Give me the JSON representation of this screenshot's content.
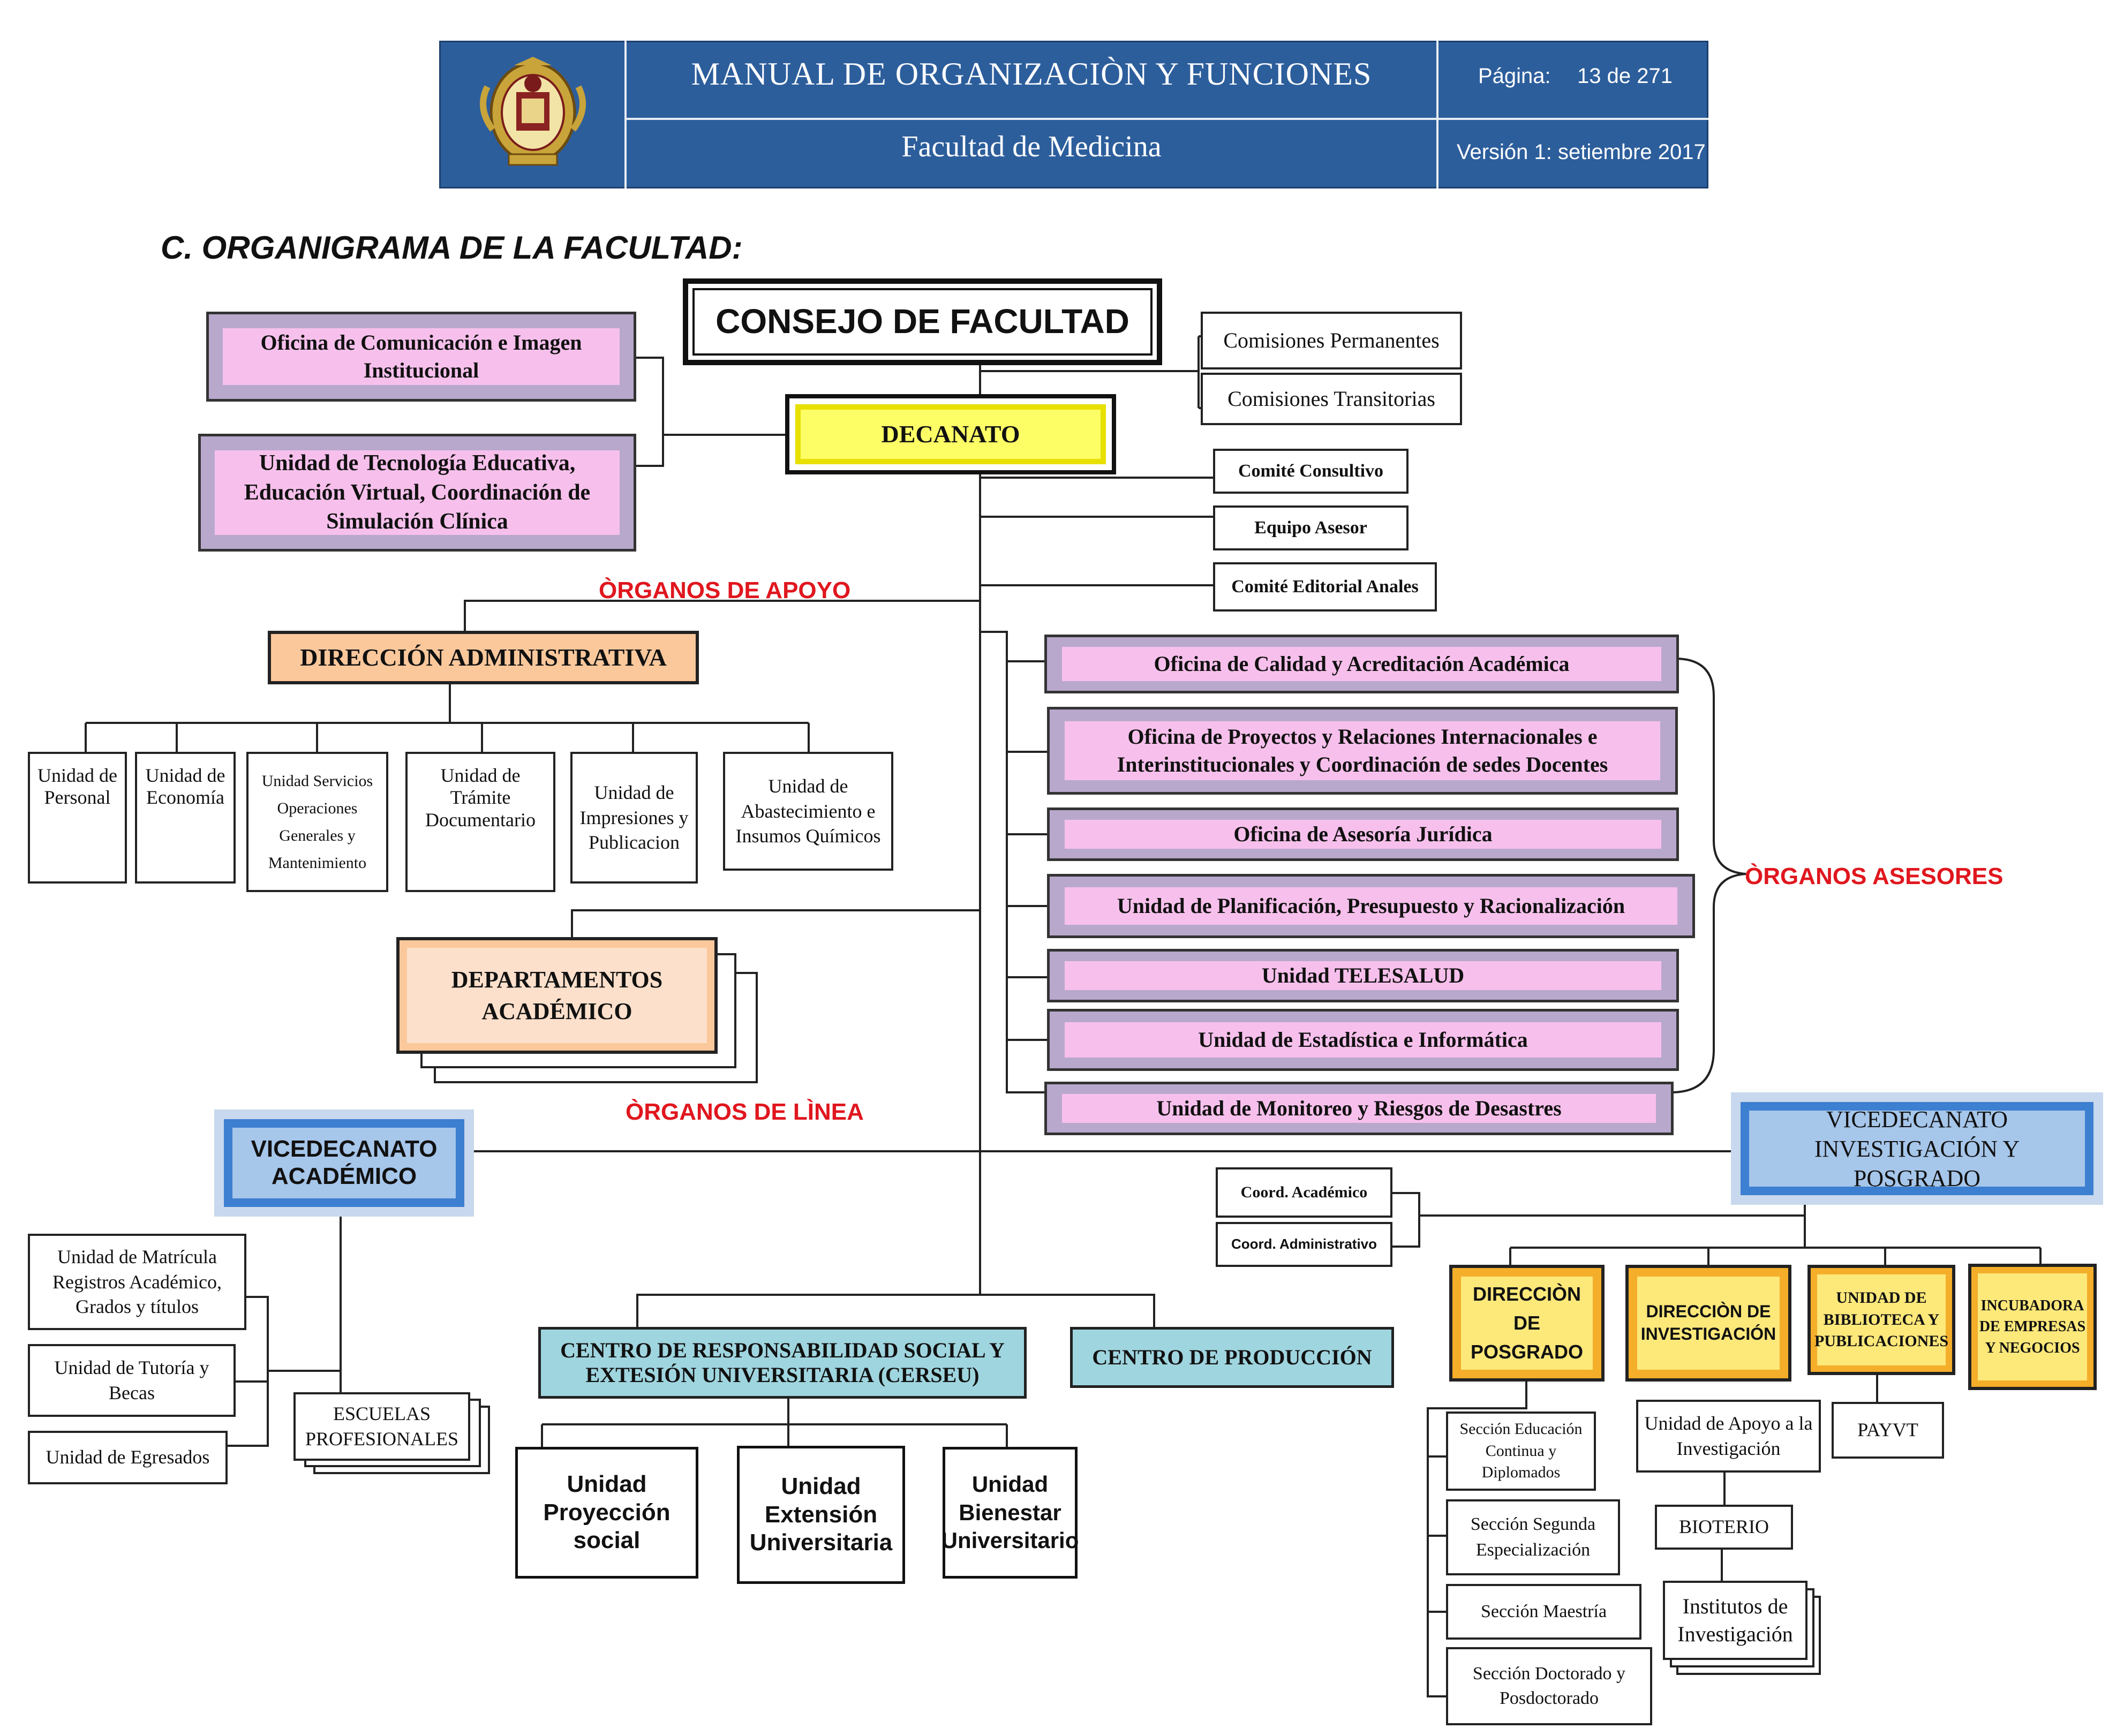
{
  "header": {
    "title": "MANUAL  DE  ORGANIZACIÒN Y FUNCIONES",
    "subtitle": "Facultad de Medicina",
    "page_label": "Página:",
    "page_value": "13 de 271",
    "version": "Versión 1: setiembre 2017",
    "colors": {
      "band": "#2d5e9c",
      "border": "#e6ecf4"
    },
    "logo_icon": "university-seal-icon"
  },
  "section_title": "C. ORGANIGRAMA DE LA FACULTAD:",
  "top": {
    "consejo": "CONSEJO DE FACULTAD",
    "decanato": "DECANATO",
    "comisiones_permanentes": "Comisiones Permanentes",
    "comisiones_transitorias": "Comisiones Transitorias",
    "comite_consultivo": "Comité Consultivo",
    "equipo_asesor": "Equipo Asesor",
    "comite_editorial": "Comité Editorial Anales",
    "oficina_comunicacion": "Oficina de Comunicación e Imagen Institucional",
    "unidad_tecnologia": "Unidad de Tecnología Educativa, Educación Virtual, Coordinación de Simulación Clínica"
  },
  "labels": {
    "apoyo": "ÒRGANOS DE  APOYO",
    "asesores": "ÒRGANOS ASESORES",
    "linea": "ÒRGANOS DE LÌNEA"
  },
  "administracion": {
    "title": "DIRECCIÓN ADMINISTRATIVA",
    "units": [
      "Unidad de Personal",
      "Unidad de Economía",
      "Unidad Servicios Operaciones Generales y Mantenimiento",
      "Unidad de Trámite Documentario",
      "Unidad de Impresiones y Publicacion",
      "Unidad de Abastecimiento e Insumos Químicos"
    ]
  },
  "departamentos": "DEPARTAMENTOS ACADÉMICO",
  "asesores": [
    "Oficina de Calidad y Acreditación Académica",
    "Oficina de Proyectos y Relaciones Internacionales e Interinstitucionales y Coordinación de sedes Docentes",
    "Oficina de Asesoría Jurídica",
    "Unidad de Planificación, Presupuesto y Racionalización",
    "Unidad TELESALUD",
    "Unidad de Estadística e Informática",
    "Unidad de Monitoreo y Riesgos de Desastres"
  ],
  "vicedecanato_academico": {
    "title": "VICEDECANATO ACADÉMICO",
    "units": [
      "Unidad de   Matrícula Registros Académico, Grados y títulos",
      "Unidad de Tutoría y Becas",
      "Unidad de Egresados"
    ],
    "escuelas": "ESCUELAS PROFESIONALES"
  },
  "cerseu": {
    "title": "CENTRO DE RESPONSABILIDAD SOCIAL Y EXTESIÓN UNIVERSITARIA (CERSEU)",
    "units": [
      "Unidad Proyección social",
      "Unidad Extensión Universitaria",
      "Unidad Bienestar Universitario"
    ]
  },
  "produccion": "CENTRO DE PRODUCCIÓN",
  "vicedecanato_investigacion": {
    "title": "VICEDECANATO INVESTIGACIÓN Y POSGRADO",
    "coord_academico": "Coord. Académico",
    "coord_administrativo": "Coord. Administrativo",
    "direccion_posgrado": "DIRECCIÒN DE POSGRADO",
    "direccion_investigacion": "DIRECCIÒN DE INVESTIGACIÓN",
    "biblioteca": "UNIDAD DE BIBLIOTECA Y PUBLICACIONES",
    "incubadora": "INCUBADORA DE EMPRESAS Y NEGOCIOS",
    "secciones": [
      "Sección Educación Continua y Diplomados",
      "Sección Segunda Especialización",
      "Sección Maestría",
      "Sección Doctorado y Posdoctorado"
    ],
    "apoyo_investigacion": "Unidad de Apoyo a la Investigación",
    "bioterio": "BIOTERIO",
    "institutos": "Institutos de Investigación",
    "payvt": "PAYVT"
  }
}
